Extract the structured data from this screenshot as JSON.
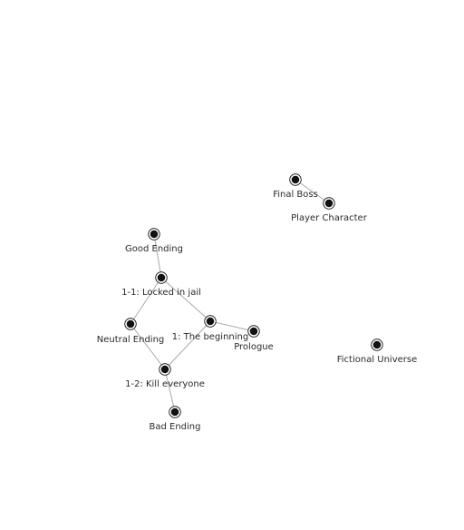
{
  "graph": {
    "nodes": [
      {
        "id": "final-boss",
        "label": "Final Boss"
      },
      {
        "id": "player-character",
        "label": "Player Character"
      },
      {
        "id": "good-ending",
        "label": "Good Ending"
      },
      {
        "id": "locked-in-jail",
        "label": "1-1: Locked in jail"
      },
      {
        "id": "neutral-ending",
        "label": "Neutral Ending"
      },
      {
        "id": "the-beginning",
        "label": "1: The beginning"
      },
      {
        "id": "prologue",
        "label": "Prologue"
      },
      {
        "id": "fictional-universe",
        "label": "Fictional Universe"
      },
      {
        "id": "kill-everyone",
        "label": "1-2: Kill everyone"
      },
      {
        "id": "bad-ending",
        "label": "Bad Ending"
      }
    ],
    "edges": [
      {
        "from": "final-boss",
        "to": "player-character"
      },
      {
        "from": "good-ending",
        "to": "locked-in-jail"
      },
      {
        "from": "locked-in-jail",
        "to": "neutral-ending"
      },
      {
        "from": "locked-in-jail",
        "to": "the-beginning"
      },
      {
        "from": "the-beginning",
        "to": "prologue"
      },
      {
        "from": "the-beginning",
        "to": "kill-everyone"
      },
      {
        "from": "neutral-ending",
        "to": "kill-everyone"
      },
      {
        "from": "kill-everyone",
        "to": "bad-ending"
      }
    ]
  }
}
